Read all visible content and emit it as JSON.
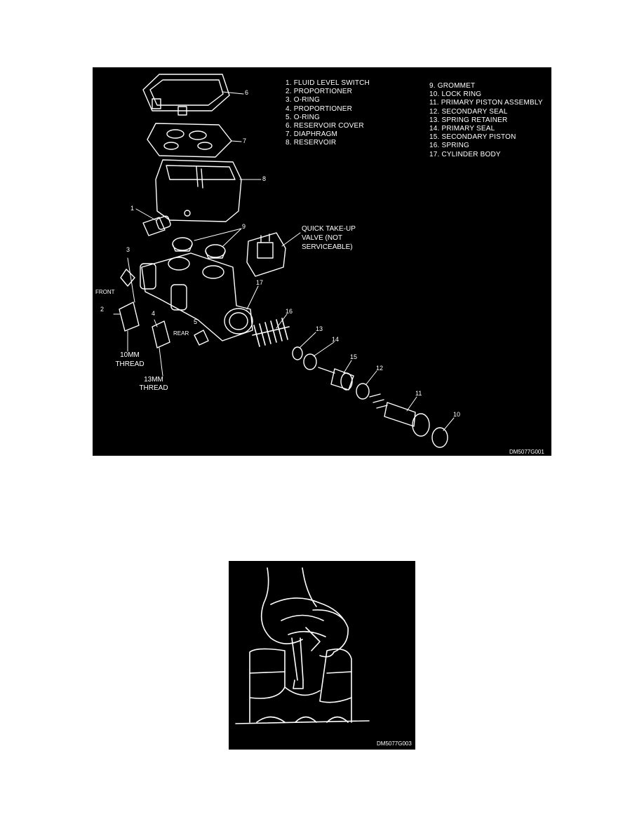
{
  "figure1": {
    "legend_left": [
      "1.  FLUID LEVEL SWITCH",
      "2.  PROPORTIONER",
      "3.  O-RING",
      "4.  PROPORTIONER",
      "5.  O-RING",
      "6.  RESERVOIR COVER",
      "7.  DIAPHRAGM",
      "8.  RESERVOIR"
    ],
    "legend_right": [
      "9.  GROMMET",
      "10.  LOCK RING",
      "11.  PRIMARY PISTON ASSEMBLY",
      "12.  SECONDARY SEAL",
      "13.  SPRING RETAINER",
      "14.  PRIMARY SEAL",
      "15.  SECONDARY PISTON",
      "16.  SPRING",
      "17.  CYLINDER BODY"
    ],
    "callouts": {
      "n1": "1",
      "n2": "2",
      "n3": "3",
      "n4": "4",
      "n5": "5",
      "n6": "6",
      "n7": "7",
      "n8": "8",
      "n9": "9",
      "n10": "10",
      "n11": "11",
      "n12": "12",
      "n13": "13",
      "n14": "14",
      "n15": "15",
      "n16": "16",
      "n17": "17"
    },
    "quick_take_up_1": "QUICK TAKE-UP",
    "quick_take_up_2": "VALVE (NOT",
    "quick_take_up_3": "SERVICEABLE)",
    "front_label": "FRONT",
    "rear_label": "REAR",
    "thread10_1": "10MM",
    "thread10_2": "THREAD",
    "thread13_1": "13MM",
    "thread13_2": "THREAD",
    "code": "DM5077G001"
  },
  "figure2": {
    "code": "DM5077G003"
  }
}
